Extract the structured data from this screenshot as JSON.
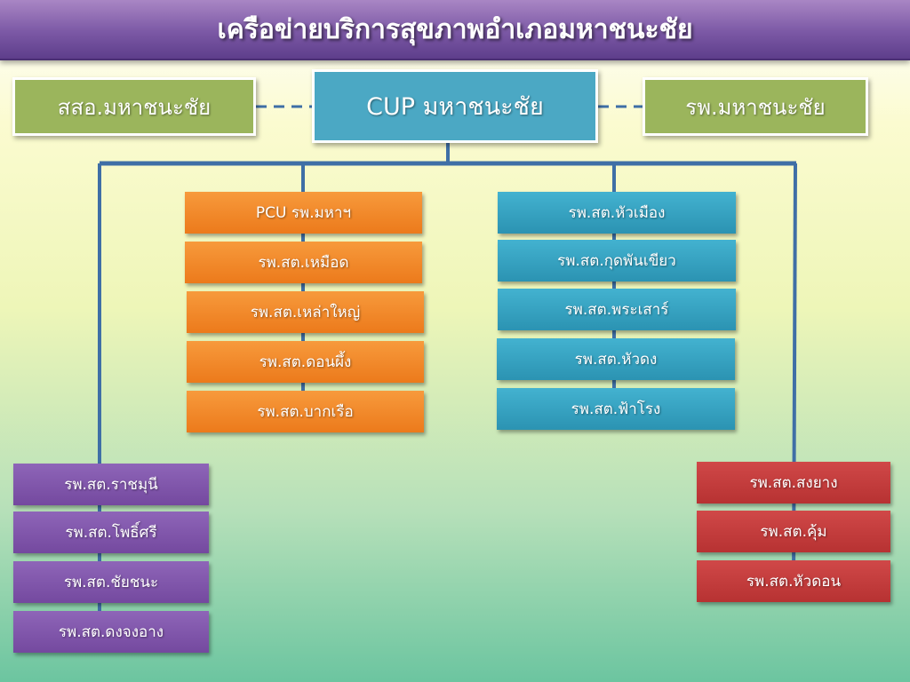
{
  "title": "เครือข่ายบริการสุขภาพอำเภอมหาชนะชัย",
  "top": {
    "left": "สสอ.มหาชนะชัย",
    "center": "CUP มหาชนะชัย",
    "right": "รพ.มหาชนะชัย"
  },
  "orange_items": [
    "PCU รพ.มหาฯ",
    "รพ.สต.เหมือด",
    "รพ.สต.เหล่าใหญ่",
    "รพ.สต.ดอนผึ้ง",
    "รพ.สต.บากเรือ"
  ],
  "teal_items": [
    "รพ.สต.หัวเมือง",
    "รพ.สต.กุดพันเขียว",
    "รพ.สต.พระเสาร์",
    "รพ.สต.หัวดง",
    "รพ.สต.ฟ้าโรง"
  ],
  "purple_items": [
    "รพ.สต.ราชมุนี",
    "รพ.สต.โพธิ์ศรี",
    "รพ.สต.ชัยชนะ",
    "รพ.สต.ดงจงอาง"
  ],
  "red_items": [
    "รพ.สต.สงยาง",
    "รพ.สต.คุ้ม",
    "รพ.สต.หัวดอน"
  ],
  "colors": {
    "title_bar": "#7b58a5",
    "green": "#9bb55c",
    "cup": "#4ba8c4",
    "orange": "#ec7a1b",
    "teal": "#2b93b2",
    "purple": "#74499f",
    "red": "#b73232",
    "connector": "#3f6fa6"
  }
}
